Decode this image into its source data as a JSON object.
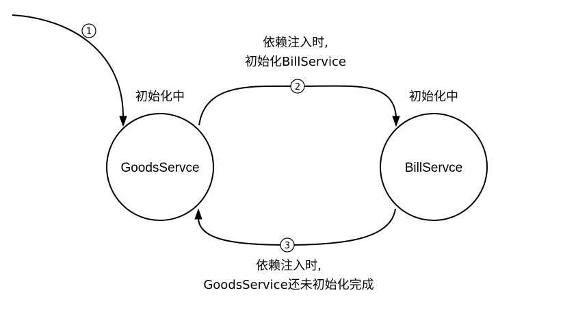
{
  "nodes": {
    "goods": {
      "label": "GoodsServce",
      "state": "初始化中"
    },
    "bill": {
      "label": "BillServce",
      "state": "初始化中"
    }
  },
  "steps": {
    "s1": {
      "num": "1"
    },
    "s2": {
      "num": "2",
      "line1": "依赖注入时,",
      "line2": "初始化BillService"
    },
    "s3": {
      "num": "3",
      "line1": "依赖注入时,",
      "line2": "GoodsService还未初始化完成"
    }
  }
}
